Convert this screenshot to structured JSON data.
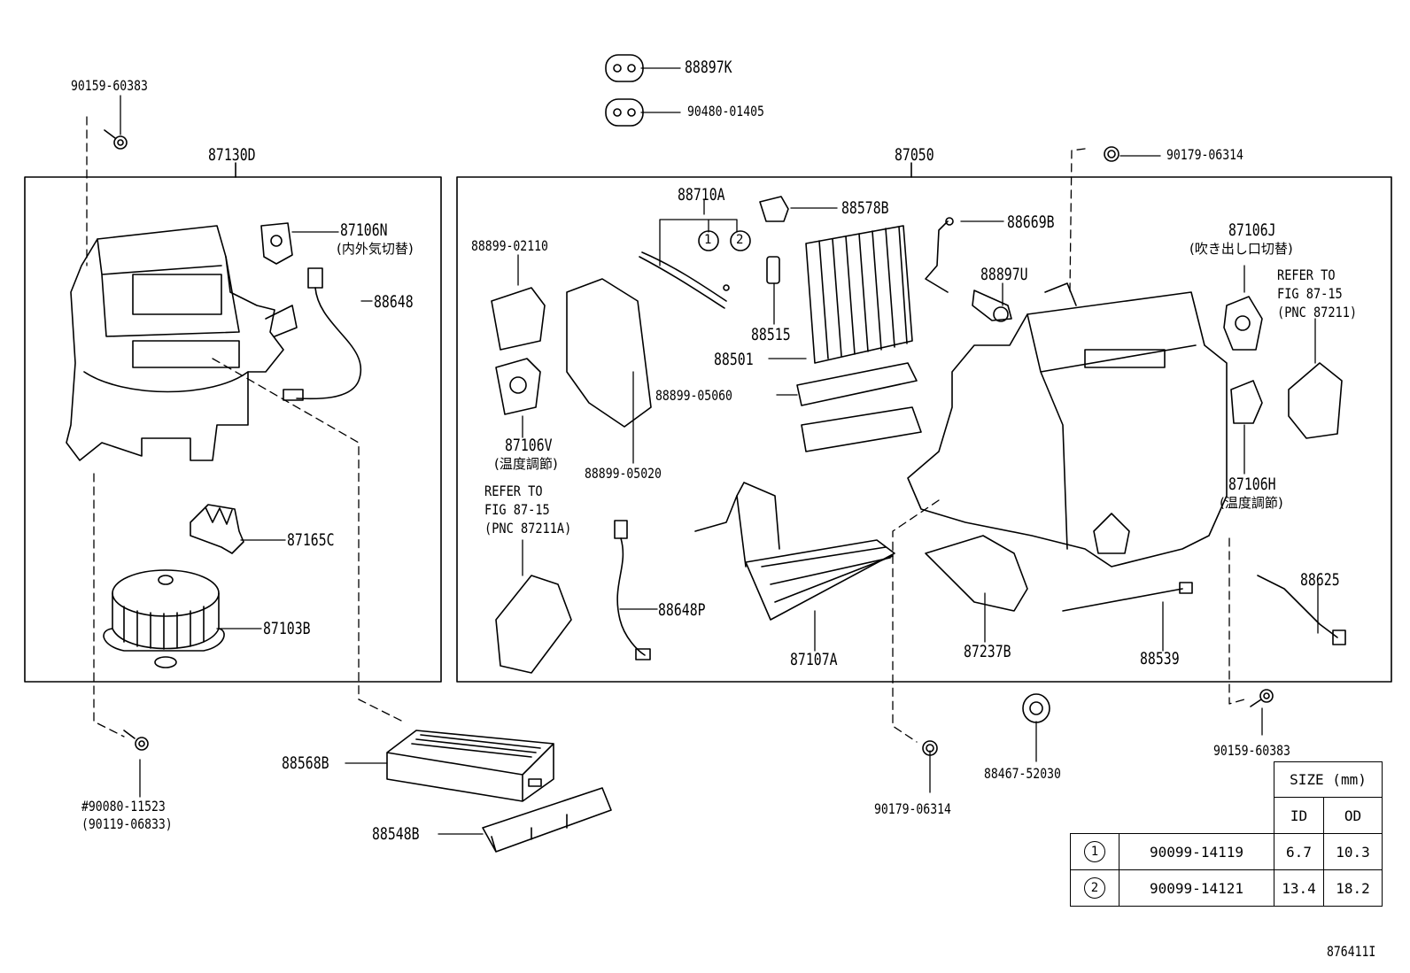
{
  "groups": {
    "left_box": "87130D",
    "right_box": "87050"
  },
  "parts": {
    "p90159_top": "90159-60383",
    "p88897k": "88897K",
    "p90480": "90480-01405",
    "p90179_top": "90179-06314",
    "p87106n": "87106N",
    "p87106n_jp": "(内外気切替)",
    "p88648": "88648",
    "p87165c": "87165C",
    "p87103b": "87103B",
    "p90080": "#90080-11523",
    "p90119": "(90119-06833)",
    "p88568b": "88568B",
    "p88548b": "88548B",
    "p88710a": "88710A",
    "p88578b": "88578B",
    "p88669b": "88669B",
    "p88897u": "88897U",
    "p88899_02110": "88899-02110",
    "p88515": "88515",
    "p88501": "88501",
    "p88899_05060": "88899-05060",
    "p87106v": "87106V",
    "p87106v_jp": "(温度調節)",
    "p88899_05020": "88899-05020",
    "p88648p": "88648P",
    "p87107a": "87107A",
    "p87237b": "87237B",
    "p88539": "88539",
    "p88625": "88625",
    "p87106j": "87106J",
    "p87106j_jp": "(吹き出し口切替)",
    "p87106h": "87106H",
    "p87106h_jp": "(温度調節)",
    "p90179_bottom": "90179-06314",
    "p88467": "88467-52030",
    "p90159_bottom": "90159-60383"
  },
  "refer_right": [
    "REFER TO",
    "FIG 87-15",
    "(PNC 87211)"
  ],
  "refer_left": [
    "REFER TO",
    "FIG 87-15",
    "(PNC 87211A)"
  ],
  "callouts": [
    "1",
    "2"
  ],
  "size_table": {
    "header": "SIZE (mm)",
    "col_id": "ID",
    "col_od": "OD",
    "rows": [
      {
        "ref": "1",
        "part": "90099-14119",
        "id": "6.7",
        "od": "10.3"
      },
      {
        "ref": "2",
        "part": "90099-14121",
        "id": "13.4",
        "od": "18.2"
      }
    ]
  },
  "figure_id": "876411I"
}
